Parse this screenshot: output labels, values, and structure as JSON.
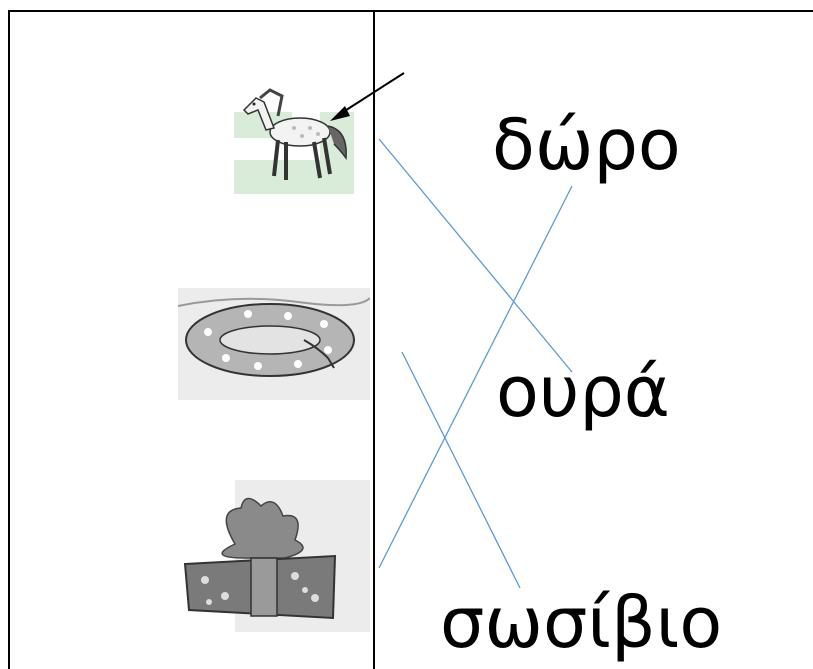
{
  "worksheet": {
    "pictures": [
      {
        "name": "horse",
        "icon": "horse-icon"
      },
      {
        "name": "life-ring",
        "icon": "life-ring-icon"
      },
      {
        "name": "gift",
        "icon": "gift-icon"
      }
    ],
    "words": [
      "δώρο",
      "ουρά",
      "σωσίβιο"
    ],
    "line_color": "#5b9bd5",
    "arrow_color": "#000000"
  }
}
